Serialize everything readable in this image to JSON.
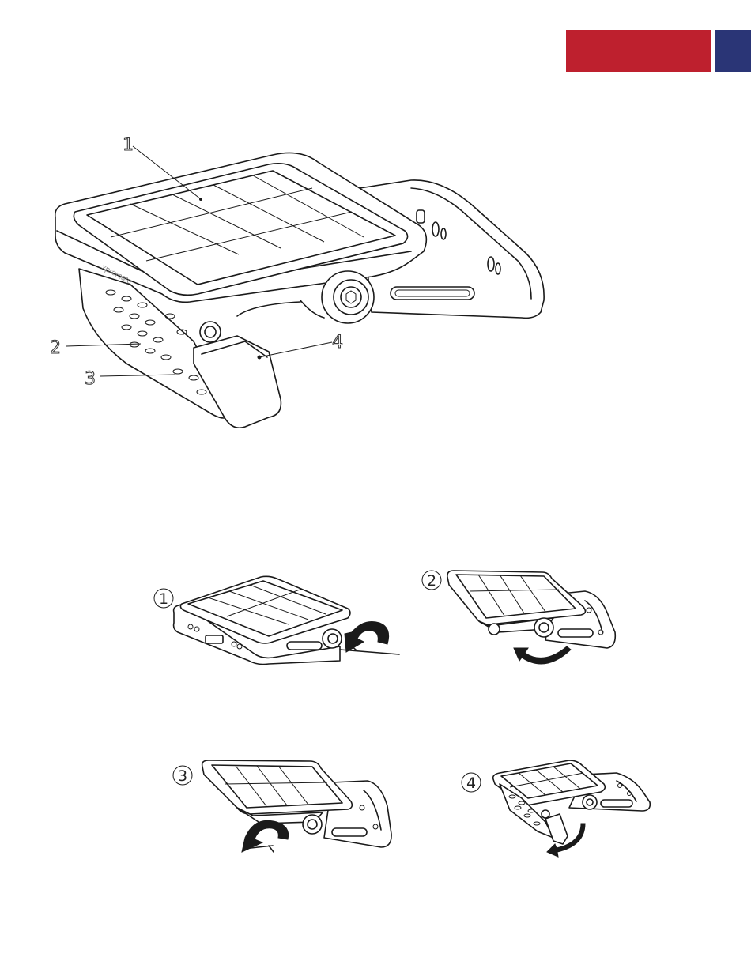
{
  "header": {
    "brand_color_red": "#be202e",
    "brand_color_blue": "#2a3576"
  },
  "main_figure": {
    "logo_text": "xpromate",
    "callouts": [
      "1",
      "2",
      "3",
      "4"
    ]
  },
  "steps": [
    {
      "number": "1",
      "icon": "rotate-knob-arrow-icon"
    },
    {
      "number": "2",
      "icon": "tilt-panel-arrow-icon"
    },
    {
      "number": "3",
      "icon": "rotate-knob-arrow-icon"
    },
    {
      "number": "4",
      "icon": "swing-sensor-arrow-icon"
    }
  ]
}
